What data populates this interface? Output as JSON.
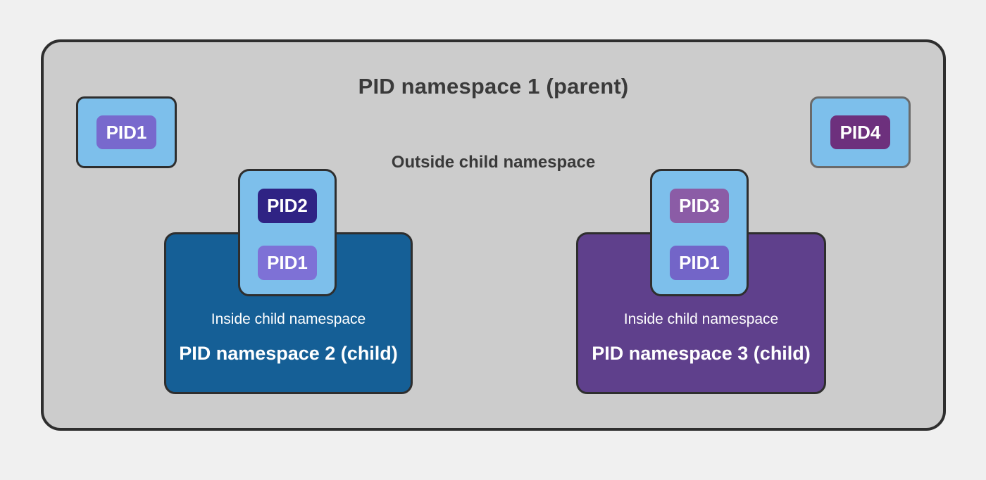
{
  "colors": {
    "page_bg": "#f0f0f0",
    "parent_fill": "#cccccc",
    "parent_border": "#2e2e2e",
    "process_box_fill": "#7dbfeb",
    "dark_border": "#2e2e2e",
    "gray_border": "#6a6a6a",
    "text_dark": "#3a3a3a",
    "text_light": "#ffffff"
  },
  "parent_namespace": {
    "title": "PID namespace 1 (parent)",
    "subtitle": "Outside child namespace",
    "fill": "#cccccc",
    "border": "#2e2e2e",
    "processes": [
      {
        "label": "PID1",
        "box_fill": "#7dbfeb",
        "box_border": "#2e2e2e",
        "badge_fill": "#7869cd"
      },
      {
        "label": "PID4",
        "box_fill": "#7dbfeb",
        "box_border": "#6a6a6a",
        "badge_fill": "#6d307d"
      }
    ]
  },
  "child_namespaces": [
    {
      "name": "PID namespace 2 (child)",
      "caption": "Inside child namespace",
      "fill": "#155f96",
      "border": "#2e2e2e",
      "tab": {
        "fill": "#7dbfeb",
        "border": "#2e2e2e",
        "badges": [
          {
            "label": "PID2",
            "fill": "#2f2384"
          },
          {
            "label": "PID1",
            "fill": "#7e71d6"
          }
        ]
      }
    },
    {
      "name": "PID namespace 3 (child)",
      "caption": "Inside child namespace",
      "fill": "#5f408c",
      "border": "#2e2e2e",
      "tab": {
        "fill": "#7dbfeb",
        "border": "#2e2e2e",
        "badges": [
          {
            "label": "PID3",
            "fill": "#8b5ca6"
          },
          {
            "label": "PID1",
            "fill": "#7365c8"
          }
        ]
      }
    }
  ]
}
